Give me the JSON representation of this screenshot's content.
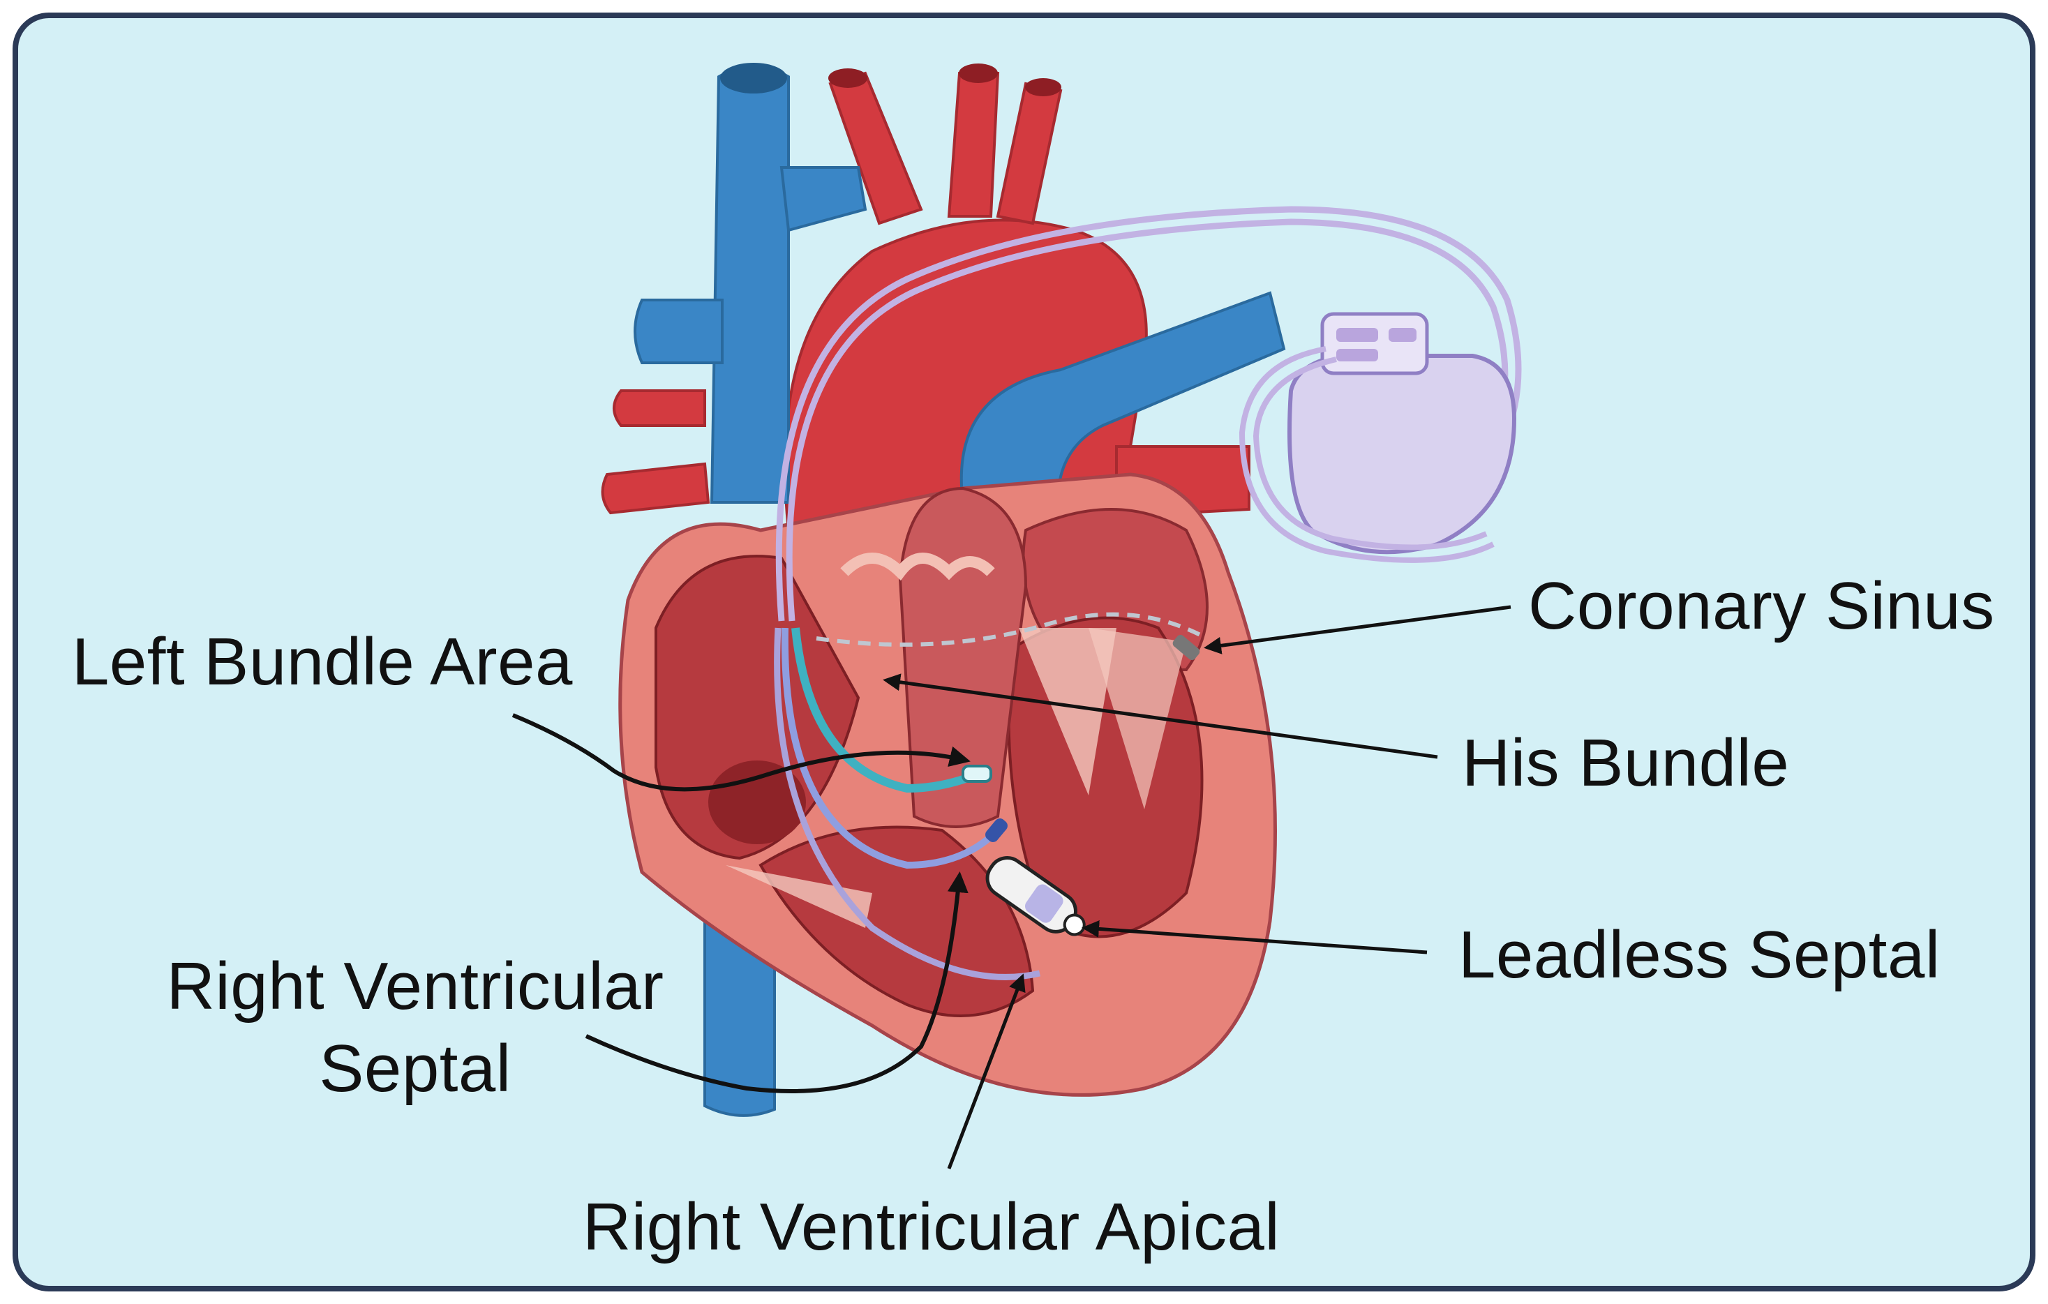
{
  "labels": {
    "coronary_sinus": "Coronary Sinus",
    "left_bundle_area": "Left Bundle Area",
    "his_bundle": "His Bundle",
    "leadless_septal": "Leadless Septal",
    "rv_septal_line1": "Right Ventricular",
    "rv_septal_line2": "Septal",
    "rv_apical": "Right Ventricular Apical"
  },
  "colors": {
    "background": "#d4f0f6",
    "frame": "#2b3a57",
    "artery_red": "#d33a40",
    "vein_blue": "#3a86c6",
    "myocardium": "#e7837a",
    "chamber": "#b63a3f",
    "lead_purple": "#b9a5dd",
    "lead_teal": "#3fb1c1",
    "device": "#d9d2ef"
  }
}
